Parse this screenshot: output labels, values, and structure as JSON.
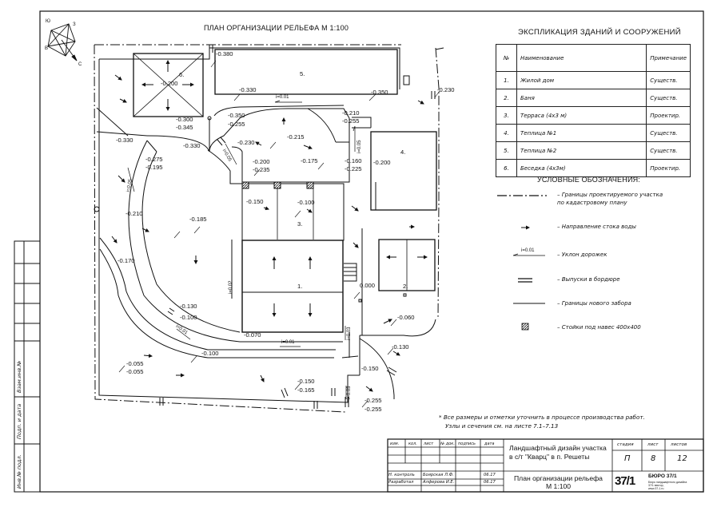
{
  "plan_title": "ПЛАН ОРГАНИЗАЦИИ РЕЛЬЕФА М 1:100",
  "compass": {
    "north": "Ю",
    "east": "З",
    "west": "В",
    "south": "С"
  },
  "buildings": {
    "b1": "1.",
    "b2": "2.",
    "b3": "3.",
    "b4": "4.",
    "b5": "5.",
    "b6": "6."
  },
  "elevations": {
    "e380": "-0.380",
    "e200a": "-0.200",
    "e330a": "-0.330",
    "e350a": "-0.350",
    "e230a": "-0.230",
    "e350b": "-0.350",
    "e255a": "-0.255",
    "e300": "-0.300",
    "e345": "-0.345",
    "e210a": "-0.210",
    "e255b": "-0.255",
    "e330b": "-0.330",
    "e330c": "-0.330",
    "e230b": "-0.230",
    "e215": "-0.215",
    "e275": "-0.275",
    "e195": "-0.195",
    "e200b": "-0.200",
    "e235": "-0.235",
    "e175": "-0.175",
    "e160": "-0.160",
    "e225": "-0.225",
    "e200c": "-0.200",
    "e150a": "-0.150",
    "e100a": "-0.100",
    "e210b": "-0.210",
    "e185": "-0.185",
    "e170": "-0.170",
    "e000": "0.000",
    "e130a": "-0.130",
    "e100b": "-0.100",
    "e060": "-0.060",
    "e070": "-0.070",
    "e130b": "-0.130",
    "e100c": "-0.100",
    "e055a": "-0.055",
    "e055b": "-0.055",
    "e150b": "-0.150",
    "e150c": "-0.150",
    "e165": "-0.165",
    "e255c": "-0.255",
    "e255d": "-0.255"
  },
  "slope_labels": {
    "s1": "i=0.01",
    "s2": "i=0.01",
    "s3": "i=0.05",
    "s4": "i=0.05",
    "s5": "i=0.02",
    "s6": "i=0.05",
    "s7": "i=0.01",
    "s8": "i=0.03",
    "s9": "i=0.03"
  },
  "explication": {
    "title": "ЭКСПЛИКАЦИЯ ЗДАНИЙ И СООРУЖЕНИЙ",
    "headers": [
      "№",
      "Наименование",
      "Примечание"
    ],
    "rows": [
      [
        "1.",
        "Жилой дом",
        "Существ."
      ],
      [
        "2.",
        "Баня",
        "Существ."
      ],
      [
        "3.",
        "Терраса (4х3 м)",
        "Проектир."
      ],
      [
        "4.",
        "Теплица №1",
        "Существ."
      ],
      [
        "5.",
        "Теплица №2",
        "Существ."
      ],
      [
        "6.",
        "Беседка (4х3м)",
        "Проектир."
      ]
    ]
  },
  "legend": {
    "title": "УСЛОВНЫЕ ОБОЗНАЧЕНИЯ:",
    "items": [
      "– Границы проектируемого участка по кадастровому плану",
      "– Направление стока воды",
      "– Уклон дорожек",
      "– Выпуски в бордюре",
      "– Границы нового забора",
      "– Стойки под навес 400х400"
    ],
    "slope_sample": "i=0.01"
  },
  "note": {
    "line1": "* Все размеры и отметки уточнить в процессе производства работ.",
    "line2": "Узлы и сечения см. на листе 7.1–7.13"
  },
  "side_stamp": {
    "s1": "Взам.инв.№",
    "s2": "Подп. и дата",
    "s3": "Инв.№ подл."
  },
  "title_block": {
    "headers": [
      "изм.",
      "кол.",
      "лист",
      "№ док.",
      "подпись",
      "дата"
    ],
    "control_role": "Н. контроль",
    "control_name": "Боярская Л.Ф.",
    "control_date": "06.17",
    "dev_role": "Разработал",
    "dev_name": "Алферова И.Е.",
    "dev_date": "06.17",
    "project_line1": "Ландшафтный дизайн участка",
    "project_line2": "в с/т \"Кварц\" в п. Решеты",
    "sheet_line1": "План организации рельефа",
    "sheet_line2": "М 1:100",
    "stage_label": "стадия",
    "sheet_label": "лист",
    "sheets_label": "листов",
    "stage": "П",
    "sheet": "8",
    "sheets": "12",
    "logo": "37/1",
    "firm": "БЮРО 37/1",
    "firm_details": [
      "Бюро ландшафтного дизайна",
      "37/1 вектор,",
      "www.37-1.ru"
    ]
  }
}
